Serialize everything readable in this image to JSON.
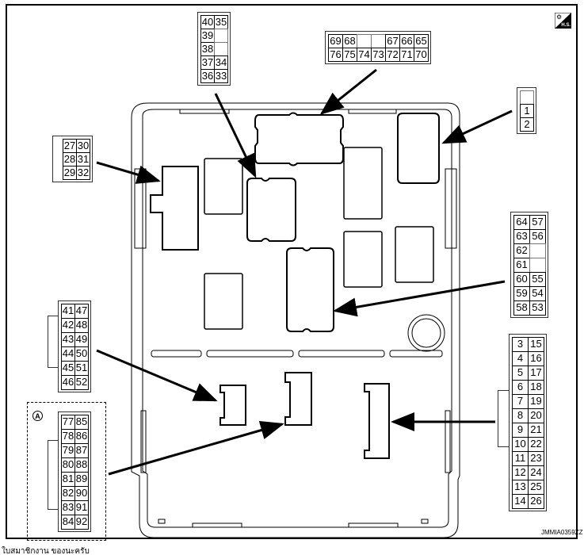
{
  "diagram": {
    "title_badge": {
      "icon": "harness-connector-icon",
      "text": "H.S."
    },
    "reference_code": "JMMIA0359ZZ",
    "footer_text": "ใบสมาชิกงาน ของนะครับ",
    "option_label": "A",
    "connectors": {
      "c_27_32": {
        "rows": [
          [
            "27",
            "30"
          ],
          [
            "28",
            "31"
          ],
          [
            "29",
            "32"
          ]
        ]
      },
      "c_33_40": {
        "rows": [
          [
            "40",
            "35"
          ],
          [
            "39",
            ""
          ],
          [
            "38",
            ""
          ],
          [
            "37",
            "34"
          ],
          [
            "36",
            "33"
          ]
        ]
      },
      "c_65_76": {
        "rows": [
          [
            "69",
            "68",
            "",
            "",
            "67",
            "66",
            "65"
          ],
          [
            "76",
            "75",
            "74",
            "73",
            "72",
            "71",
            "70"
          ]
        ]
      },
      "c_1_2": {
        "rows": [
          [
            ""
          ],
          [
            "1"
          ],
          [
            "2"
          ]
        ]
      },
      "c_53_64": {
        "rows": [
          [
            "64",
            "57"
          ],
          [
            "63",
            "56"
          ],
          [
            "62",
            ""
          ],
          [
            "61",
            ""
          ],
          [
            "60",
            "55"
          ],
          [
            "59",
            "54"
          ],
          [
            "58",
            "53"
          ]
        ]
      },
      "c_41_52": {
        "rows": [
          [
            "41",
            "47"
          ],
          [
            "42",
            "48"
          ],
          [
            "43",
            "49"
          ],
          [
            "44",
            "50"
          ],
          [
            "45",
            "51"
          ],
          [
            "46",
            "52"
          ]
        ]
      },
      "c_77_92": {
        "rows": [
          [
            "77",
            "85"
          ],
          [
            "78",
            "86"
          ],
          [
            "79",
            "87"
          ],
          [
            "80",
            "88"
          ],
          [
            "81",
            "89"
          ],
          [
            "82",
            "90"
          ],
          [
            "83",
            "91"
          ],
          [
            "84",
            "92"
          ]
        ]
      },
      "c_3_26": {
        "rows": [
          [
            "3",
            "15"
          ],
          [
            "4",
            "16"
          ],
          [
            "5",
            "17"
          ],
          [
            "6",
            "18"
          ],
          [
            "7",
            "19"
          ],
          [
            "8",
            "20"
          ],
          [
            "9",
            "21"
          ],
          [
            "10",
            "22"
          ],
          [
            "11",
            "23"
          ],
          [
            "12",
            "24"
          ],
          [
            "13",
            "25"
          ],
          [
            "14",
            "26"
          ]
        ]
      }
    }
  }
}
